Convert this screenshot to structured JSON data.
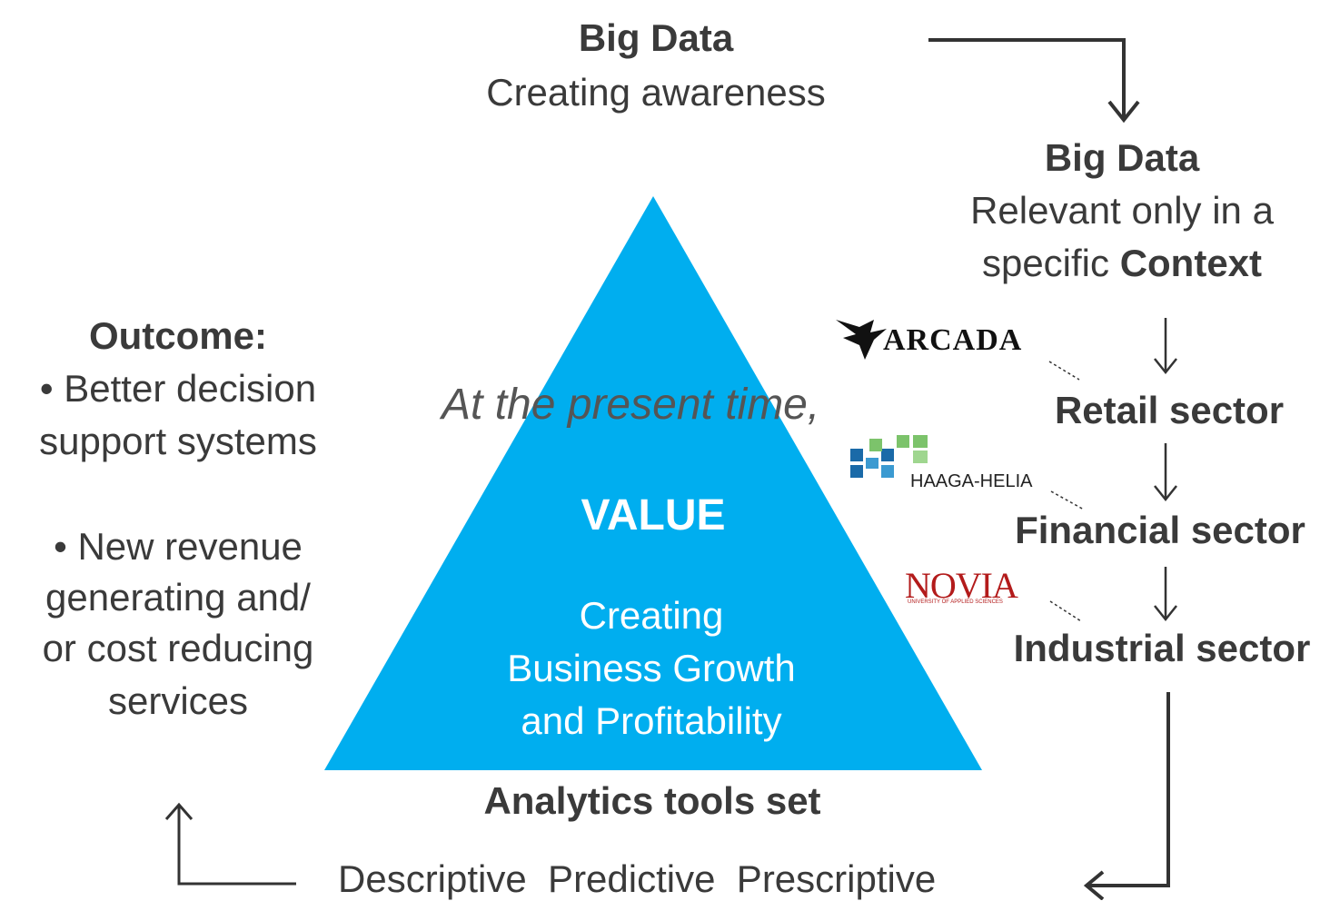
{
  "colors": {
    "triangle": "#00AEEF",
    "text": "#3a3a3a",
    "arrow": "#333333"
  },
  "top": {
    "title": "Big Data",
    "subtitle": "Creating awareness"
  },
  "context": {
    "title": "Big Data",
    "line1": "Relevant only in a",
    "line2_pre": "specific ",
    "line2_bold": "Context"
  },
  "sectors": [
    "Retail sector",
    "Financial sector",
    "Industrial sector"
  ],
  "logos": {
    "arcada": "ARCADA",
    "haaga": "HAAGA-HELIA",
    "novia": "NOVIA",
    "novia_sub": "UNIVERSITY OF APPLIED SCIENCES"
  },
  "outcome": {
    "title": "Outcome:",
    "item1_l1": "• Better decision",
    "item1_l2": "support systems",
    "item2_l1": "• New revenue",
    "item2_l2": "generating and/",
    "item2_l3": "or cost reducing",
    "item2_l4": "services"
  },
  "present_time": "At the present time,",
  "triangle": {
    "value": "VALUE",
    "line1": "Creating",
    "line2": "Business Growth",
    "line3": "and Profitability"
  },
  "analytics": {
    "title": "Analytics tools set",
    "types": "Descriptive  Predictive  Prescriptive"
  }
}
